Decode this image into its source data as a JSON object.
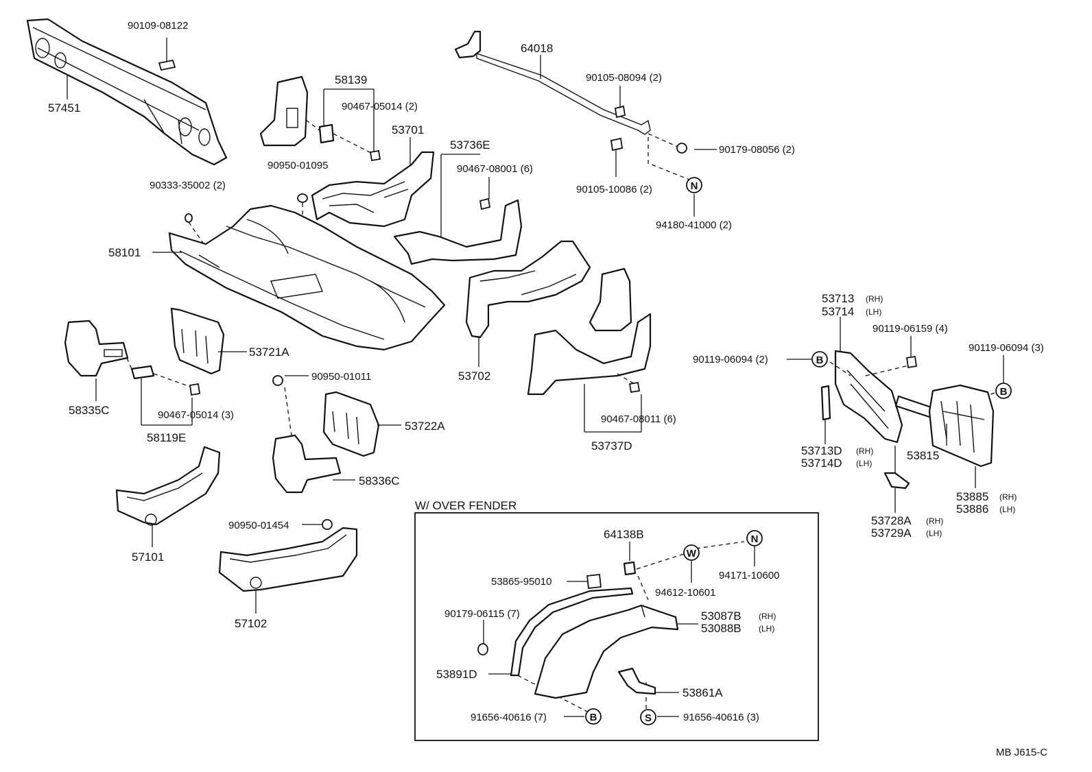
{
  "labels": {
    "p57451": "57451",
    "p90109_08122": "90109-08122",
    "p58139": "58139",
    "p90467_05014a": "90467-05014 (2)",
    "p53701": "53701",
    "p90950_01095": "90950-01095",
    "p90333_35002": "90333-35002 (2)",
    "p58101": "58101",
    "p53736E": "53736E",
    "p90467_08001": "90467-08001 (6)",
    "p64018": "64018",
    "p90105_08094": "90105-08094 (2)",
    "p90179_08056": "90179-08056 (2)",
    "p90105_10086": "90105-10086 (2)",
    "p94180_41000": "94180-41000 (2)",
    "p53702": "53702",
    "p53721A": "53721A",
    "p58335C": "58335C",
    "p90467_05014b": "90467-05014 (3)",
    "p58119E": "58119E",
    "p90950_01011": "90950-01011",
    "p53722A": "53722A",
    "p58336C": "58336C",
    "p90467_08011": "90467-08011 (6)",
    "p53737D": "53737D",
    "p53713": "53713",
    "p53714": "53714",
    "p90119_06159": "90119-06159 (4)",
    "p90119_06094a": "90119-06094 (2)",
    "p90119_06094b": "90119-06094 (3)",
    "p53713D": "53713D",
    "p53714D": "53714D",
    "p53815": "53815",
    "p53885": "53885",
    "p53886": "53886",
    "p53728A": "53728A",
    "p53729A": "53729A",
    "p57101": "57101",
    "p90950_01454": "90950-01454",
    "p57102": "57102",
    "over_fender_title": "W/ OVER  FENDER",
    "p64138B": "64138B",
    "p53865_95010": "53865-95010",
    "p94612_10601": "94612-10601",
    "p94171_10600": "94171-10600",
    "p90179_06115": "90179-06115 (7)",
    "p53087B": "53087B",
    "p53088B": "53088B",
    "p53891D": "53891D",
    "p53861A": "53861A",
    "p91656_40616a": "91656-40616 (7)",
    "p91656_40616b": "91656-40616 (3)",
    "diagram_code": "MB  J615-C"
  },
  "side_tags": {
    "rh": "(RH)",
    "lh": "(LH)"
  },
  "symbols": {
    "B": "B",
    "N": "N",
    "W": "W",
    "S": "S"
  }
}
